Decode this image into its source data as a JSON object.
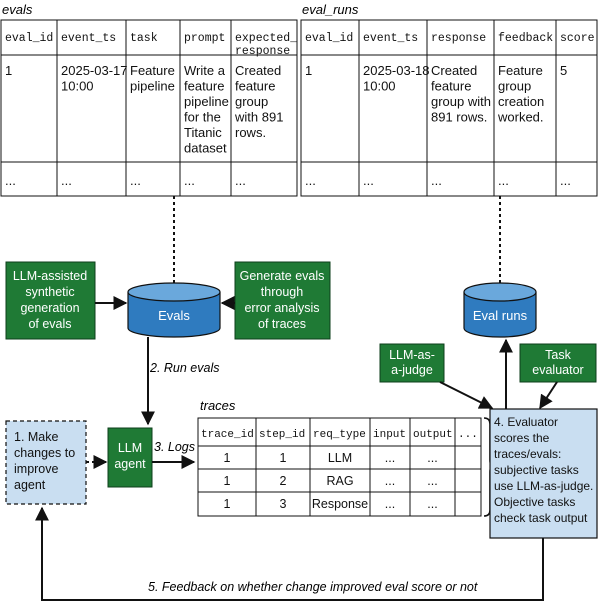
{
  "evals": {
    "title": "evals",
    "headers": [
      "eval_id",
      "event_ts",
      "task",
      "prompt",
      "expected_\nresponse"
    ],
    "row": [
      "1",
      "2025-03-17\n10:00",
      "Feature\npipeline",
      "Write a\nfeature\npipeline\nfor the\nTitanic\ndataset",
      "Created\nfeature\ngroup\nwith 891\nrows."
    ],
    "ellipsis": "..."
  },
  "eval_runs": {
    "title": "eval_runs",
    "headers": [
      "eval_id",
      "event_ts",
      "response",
      "feedback",
      "score"
    ],
    "row": [
      "1",
      "2025-03-18\n10:00",
      "Created\nfeature\ngroup with\n891 rows.",
      "Feature\ngroup\ncreation\nworked.",
      "5"
    ],
    "ellipsis": "..."
  },
  "nodes": {
    "synthetic": "LLM-assisted\nsynthetic\ngeneration\nof evals",
    "evals_db": "Evals",
    "error_analysis": "Generate evals\nthrough\nerror analysis\nof traces",
    "eval_runs_db": "Eval runs",
    "judge": "LLM-as-\na-judge",
    "task_eval": "Task\nevaluator",
    "make_changes": "1. Make\nchanges to\nimprove\nagent",
    "agent": "LLM\nagent",
    "evaluator": "4. Evaluator\nscores the\ntraces/evals:\nsubjective tasks\nuse LLM-as-judge.\nObjective tasks\ncheck task output"
  },
  "labels": {
    "run_evals": "2. Run evals",
    "logs": "3. Logs",
    "feedback": "5. Feedback on whether change improved eval score or not"
  },
  "traces": {
    "title": "traces",
    "headers": [
      "trace_id",
      "step_id",
      "req_type",
      "input",
      "output",
      "..."
    ],
    "rows": [
      [
        "1",
        "1",
        "LLM",
        "...",
        "..."
      ],
      [
        "1",
        "2",
        "RAG",
        "...",
        "..."
      ],
      [
        "1",
        "3",
        "Response",
        "...",
        "..."
      ]
    ]
  },
  "colors": {
    "green": "#1f7a35",
    "blue_db": "#2f7bbf",
    "blue_db_top": "#6aa8dc",
    "light_blue": "#c9def1",
    "border": "#1a1a1a"
  }
}
